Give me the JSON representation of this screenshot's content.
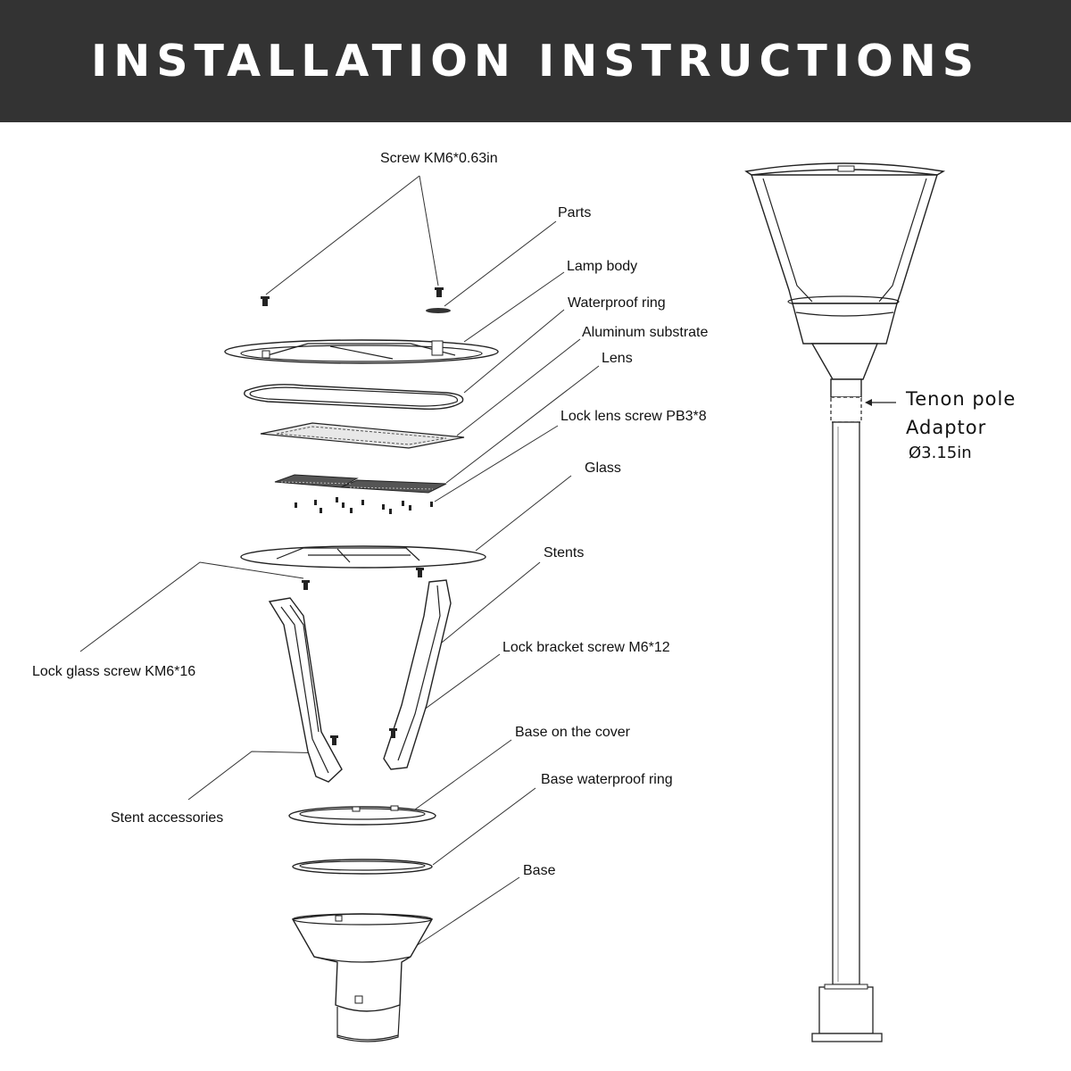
{
  "header": {
    "title": "INSTALLATION INSTRUCTIONS"
  },
  "colors": {
    "header_bg": "#333333",
    "header_text": "#ffffff",
    "line": "#333333"
  },
  "labels": {
    "screw": "Screw KM6*0.63in",
    "parts": "Parts",
    "lamp_body": "Lamp body",
    "waterproof_ring": "Waterproof ring",
    "aluminum_substrate": "Aluminum substrate",
    "lens": "Lens",
    "lock_lens_screw": "Lock lens screw PB3*8",
    "glass": "Glass",
    "stents": "Stents",
    "lock_glass_screw": "Lock glass screw KM6*16",
    "lock_bracket_screw": "Lock bracket screw M6*12",
    "stent_accessories": "Stent accessories",
    "base_on_cover": "Base on the cover",
    "base_waterproof_ring": "Base waterproof ring",
    "base": "Base"
  },
  "pole": {
    "tenon_label": "Tenon pole",
    "adaptor_label": "Adaptor",
    "diameter": "Ø3.15in"
  }
}
